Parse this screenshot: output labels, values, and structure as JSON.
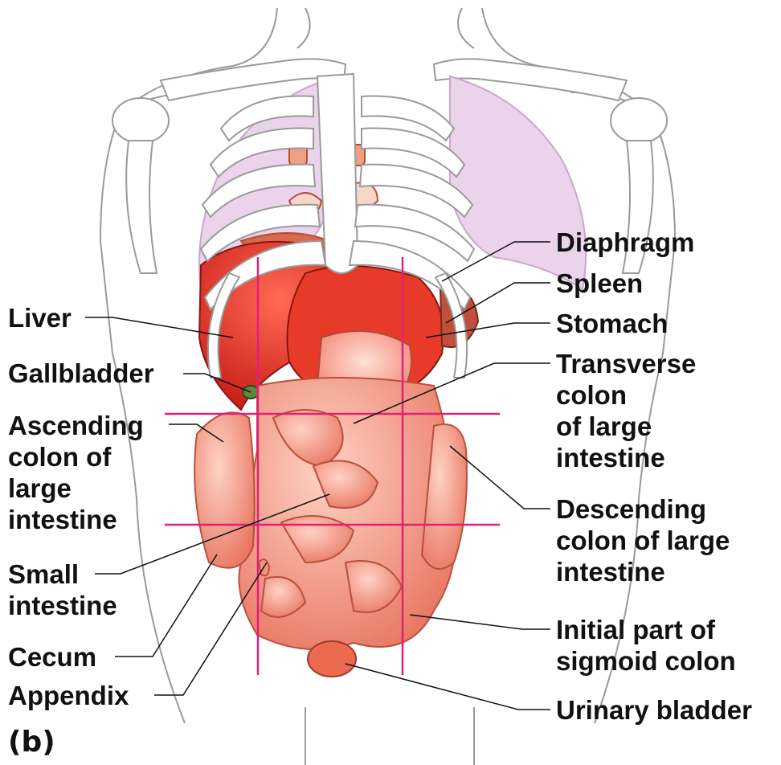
{
  "figure": {
    "panel_label": "(b)",
    "labels": {
      "liver": "Liver",
      "gallbladder": "Gallbladder",
      "ascending": "Ascending\ncolon of\nlarge\nintestine",
      "small": "Small\nintestine",
      "cecum": "Cecum",
      "appendix": "Appendix",
      "diaphragm": "Diaphragm",
      "spleen": "Spleen",
      "stomach": "Stomach",
      "transverse": "Transverse\ncolon\nof large\nintestine",
      "descending": "Descending\ncolon of large\nintestine",
      "sigmoid": "Initial part of\nsigmoid colon",
      "bladder": "Urinary bladder"
    },
    "colors": {
      "outline": "#9a9a9a",
      "lung": "#ecd3ec",
      "liver": "#e22a20",
      "stomach": "#f59a86",
      "intestine": "#f4937d",
      "gallbladder": "#5a8a3a",
      "regions": "#e0207a",
      "leader": "#111111"
    }
  }
}
